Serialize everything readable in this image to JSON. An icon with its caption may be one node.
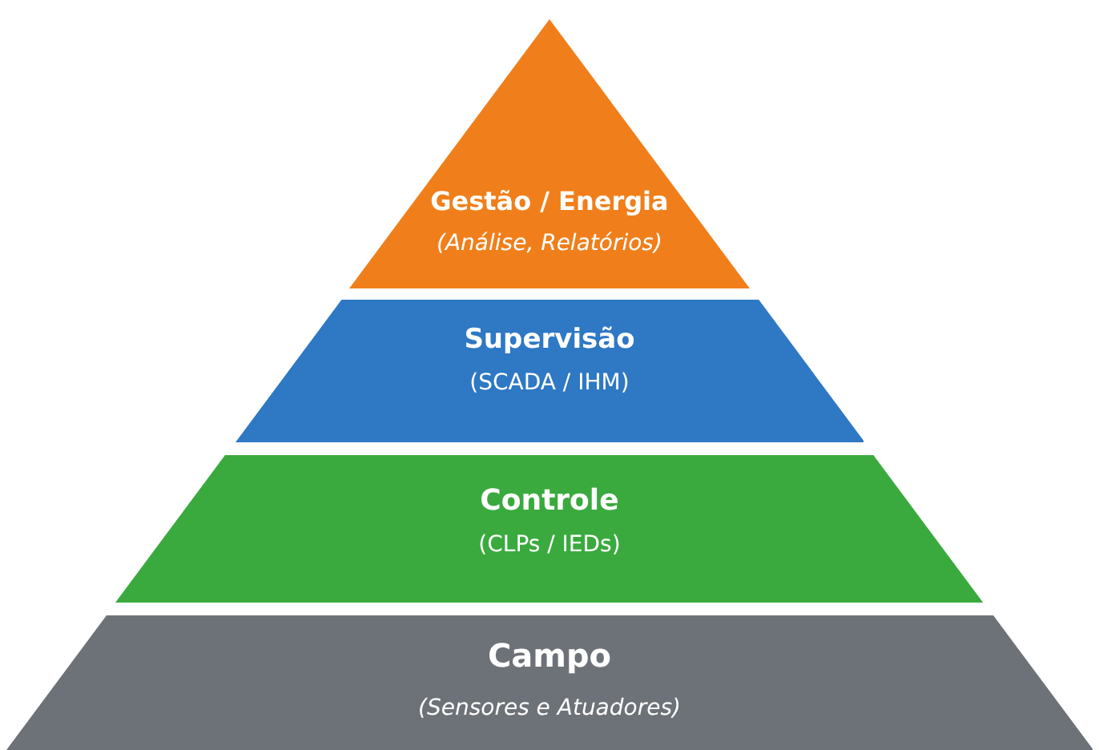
{
  "diagram": {
    "nodes": [
      {
        "text": [
          "Gestão / Energia",
          "(Análise, Relatórios)"
        ]
      },
      {
        "text": [
          "Supervisão",
          "(SCADA / IHM)"
        ]
      },
      {
        "text": [
          "Controle",
          "(CLPs / IEDs)"
        ]
      },
      {
        "text": [
          "Campo",
          "(Sensores e Atuadores)"
        ]
      }
    ]
  }
}
